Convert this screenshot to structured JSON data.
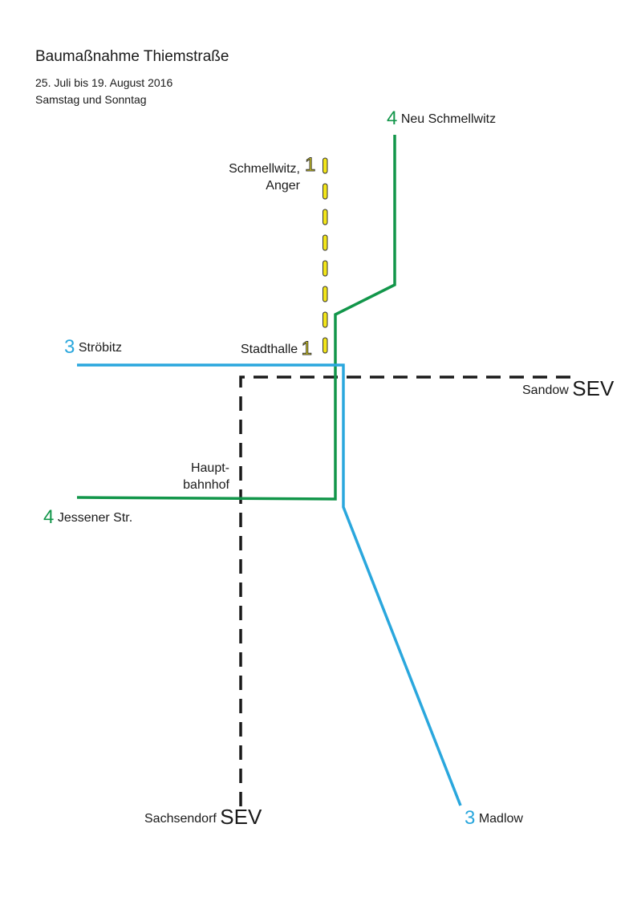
{
  "header": {
    "title": "Baumaßnahme Thiemstraße",
    "dates": "25. Juli bis 19. August 2016",
    "days": "Samstag und Sonntag"
  },
  "lines": {
    "line1": {
      "number": "1",
      "color": "#f2e51a"
    },
    "line3": {
      "number": "3",
      "color": "#2aa7dd"
    },
    "line4": {
      "number": "4",
      "color": "#12964a"
    },
    "sev": {
      "label": "SEV",
      "color": "#1a1a1a"
    }
  },
  "stops": {
    "neu_schmellwitz": "Neu Schmellwitz",
    "schmellwitz_anger_1": "Schmellwitz,",
    "schmellwitz_anger_2": "Anger",
    "stroebitz": "Ströbitz",
    "stadthalle": "Stadthalle",
    "sandow": "Sandow",
    "hauptbahnhof_1": "Haupt-",
    "hauptbahnhof_2": "bahnhof",
    "jessener": "Jessener Str.",
    "sachsendorf": "Sachsendorf",
    "madlow": "Madlow"
  }
}
